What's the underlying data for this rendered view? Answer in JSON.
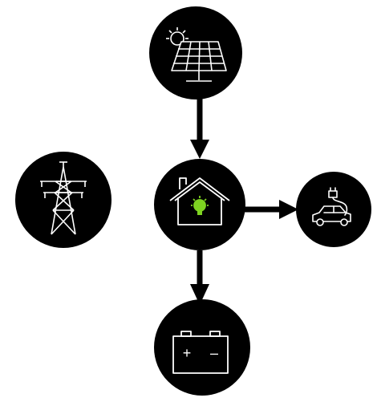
{
  "diagram": {
    "nodes": [
      {
        "id": "solar",
        "icon": "solar-panel-icon"
      },
      {
        "id": "grid",
        "icon": "transmission-tower-icon"
      },
      {
        "id": "home",
        "icon": "house-with-bulb-icon"
      },
      {
        "id": "ev",
        "icon": "electric-car-icon"
      },
      {
        "id": "battery",
        "icon": "battery-icon",
        "plus_symbol": "+",
        "minus_symbol": "–"
      }
    ],
    "edges": [
      {
        "from": "solar",
        "to": "home"
      },
      {
        "from": "home",
        "to": "ev"
      },
      {
        "from": "home",
        "to": "battery"
      }
    ],
    "colors": {
      "node_fill": "#000000",
      "icon_stroke": "#ffffff",
      "bulb": "#7ed321",
      "background": "#ffffff"
    }
  }
}
